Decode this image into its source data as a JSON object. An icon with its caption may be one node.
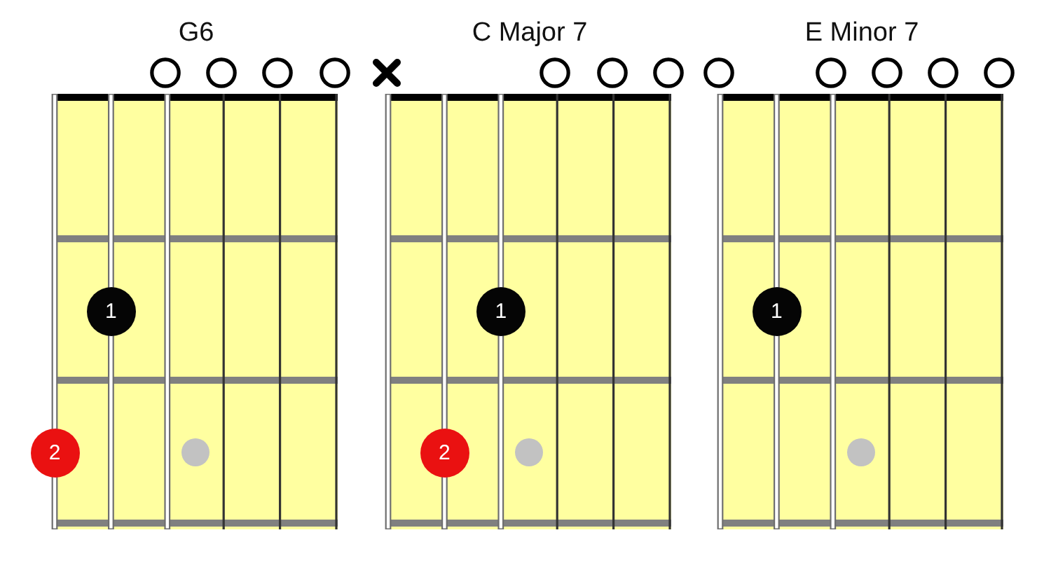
{
  "diagram": {
    "nodes": [
      {
        "text": [
          "G6"
        ]
      },
      {
        "text": [],
        "shape": "circle"
      },
      {
        "text": [],
        "shape": "circle"
      },
      {
        "text": [],
        "shape": "circle"
      },
      {
        "text": [],
        "shape": "circle"
      },
      {
        "text": [
          "1"
        ],
        "in": 0
      },
      {
        "text": [
          "2"
        ]
      },
      {
        "text": [
          "C Major 7"
        ]
      },
      {
        "text": [],
        "shape": "cross"
      },
      {
        "text": [],
        "shape": "circle"
      },
      {
        "text": [],
        "shape": "circle"
      },
      {
        "text": [],
        "shape": "circle"
      },
      {
        "text": [
          "1"
        ],
        "in": 7
      },
      {
        "text": [
          "2"
        ],
        "in": 7
      },
      {
        "text": [
          "E Minor 7"
        ]
      },
      {
        "text": [],
        "shape": "circle"
      },
      {
        "text": [],
        "shape": "circle"
      },
      {
        "text": [],
        "shape": "circle"
      },
      {
        "text": [],
        "shape": "circle"
      },
      {
        "text": [],
        "shape": "circle"
      },
      {
        "text": [
          "1"
        ],
        "in": 14
      }
    ]
  }
}
